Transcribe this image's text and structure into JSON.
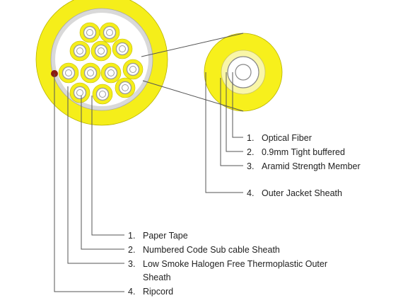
{
  "colors": {
    "jacket": "#f5ee1a",
    "tape": "#d9d9d9",
    "tube_fill": "#ffffff",
    "tube_outline": "#9a9a9a",
    "ripcord": "#8b1a10",
    "leader": "#555555",
    "sub_jacket": "#f7f01c",
    "sub_aramid": "#f9f6a8"
  },
  "sub_cable_labels": [
    {
      "num": "1.",
      "text": "Optical Fiber"
    },
    {
      "num": "2.",
      "text": "0.9mm Tight buffered"
    },
    {
      "num": "3.",
      "text": "Aramid Strength Member"
    },
    {
      "num": "4.",
      "text": "Outer Jacket Sheath"
    }
  ],
  "main_cable_labels": [
    {
      "num": "1.",
      "text": "Paper Tape",
      "line2": ""
    },
    {
      "num": "2.",
      "text": "Numbered Code Sub cable Sheath",
      "line2": ""
    },
    {
      "num": "3.",
      "text": "Low Smoke Halogen Free Thermoplastic Outer",
      "line2": "Sheath"
    },
    {
      "num": "4.",
      "text": "Ripcord",
      "line2": ""
    }
  ]
}
